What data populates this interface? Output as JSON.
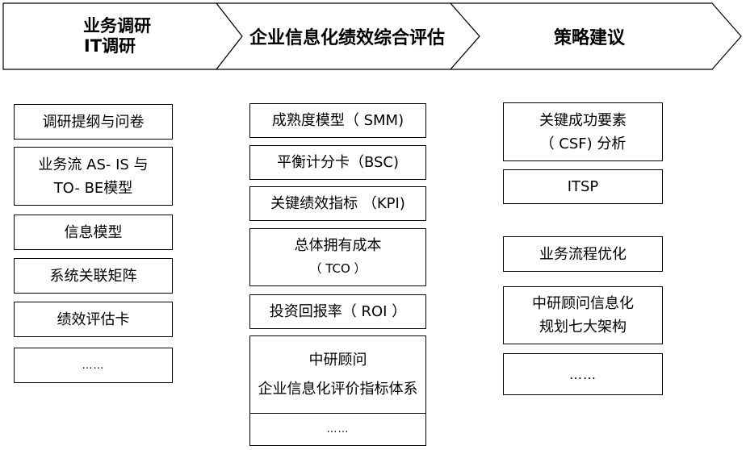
{
  "phases": [
    {
      "lines": [
        "业务调研",
        "IT调研"
      ]
    },
    {
      "lines": [
        "企业信息化绩效综合评估"
      ]
    },
    {
      "lines": [
        "策略建议"
      ]
    }
  ],
  "columns": {
    "left": [
      {
        "lines": [
          "调研提纲与问卷"
        ]
      },
      {
        "lines": [
          "业务流 AS- IS 与",
          "TO- BE模型"
        ]
      },
      {
        "lines": [
          "信息模型"
        ]
      },
      {
        "lines": [
          "系统关联矩阵"
        ]
      },
      {
        "lines": [
          "绩效评估卡"
        ]
      },
      {
        "lines": [
          "……"
        ]
      }
    ],
    "middle": [
      {
        "lines": [
          "成熟度模型（ SMM)"
        ]
      },
      {
        "lines": [
          "平衡计分卡（BSC)"
        ]
      },
      {
        "lines": [
          "关键绩效指标 （KPI)"
        ]
      },
      {
        "lines": [
          "总体拥有成本",
          "（ TCO ）"
        ]
      },
      {
        "lines": [
          "投资回报率（ ROI ）"
        ]
      },
      {
        "lines": [
          "中研顾问",
          "企业信息化评价指标体系"
        ]
      },
      {
        "lines": [
          "……"
        ]
      }
    ],
    "right": [
      {
        "lines": [
          "关键成功要素",
          "（ CSF) 分析"
        ]
      },
      {
        "lines": [
          "ITSP"
        ]
      },
      {
        "lines": [
          "业务流程优化"
        ]
      },
      {
        "lines": [
          "中研顾问信息化",
          "规划七大架构"
        ]
      },
      {
        "lines": [
          "……"
        ]
      }
    ]
  }
}
